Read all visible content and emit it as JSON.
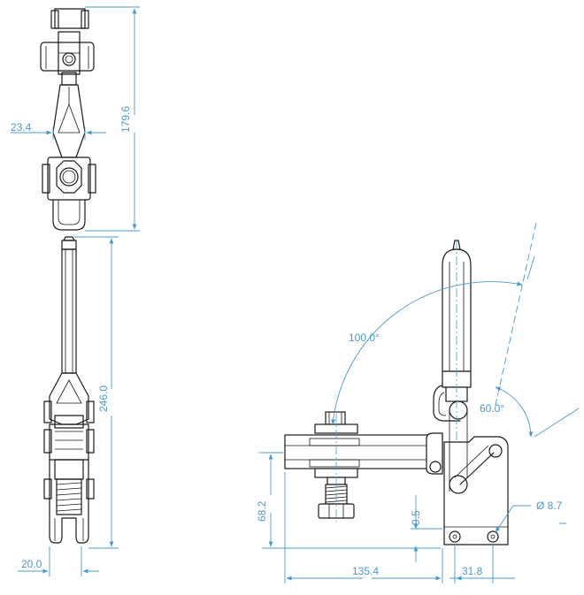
{
  "dimensions": {
    "side_width": "23.4",
    "side_height": "179.6",
    "front_height": "246.0",
    "front_width": "20.0",
    "arm_angle": "100.0°",
    "handle_angle": "60.0°",
    "height_68": "68.2",
    "height_9": "9.5",
    "hole_dia": "Ø 8.7",
    "length_135": "135.4",
    "length_31": "31.8"
  },
  "colors": {
    "line": "#1a1a1a",
    "dimension": "#4a9bd1"
  }
}
